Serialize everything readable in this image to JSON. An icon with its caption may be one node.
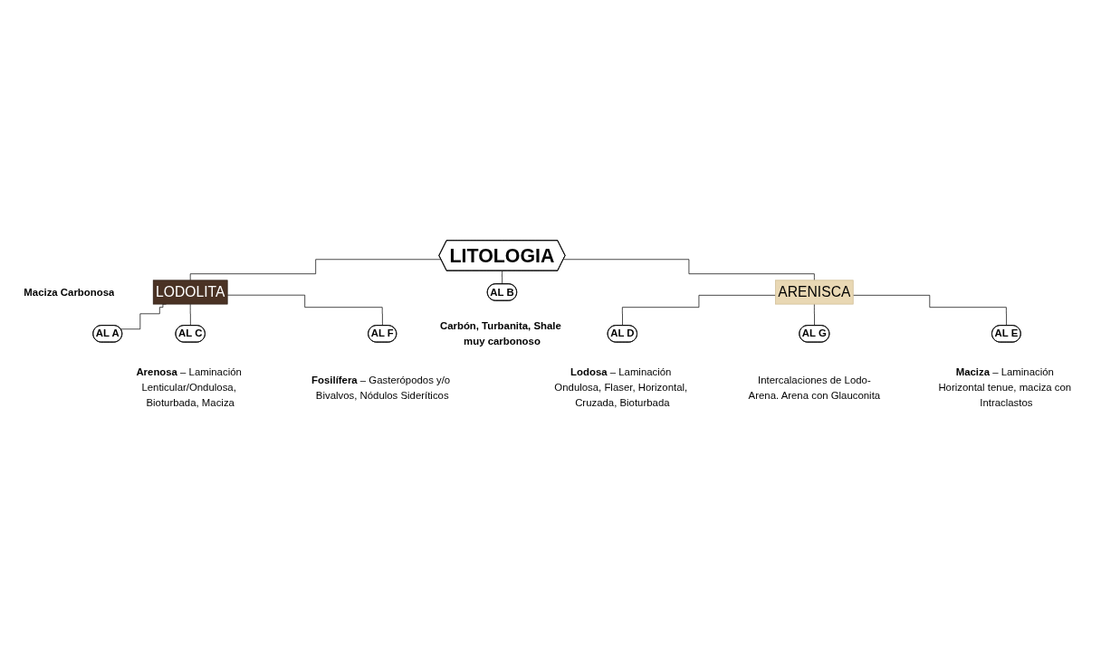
{
  "diagram": {
    "nodes": [
      {
        "text": [
          "LITOLOGIA"
        ]
      },
      {
        "text": [
          "LODOLITA"
        ]
      },
      {
        "text": [
          "ARENISCA"
        ]
      },
      {
        "text": [
          "AL A"
        ],
        "beside": [
          "Maciza Carbonosa"
        ]
      },
      {
        "text": [
          "AL D"
        ],
        "beside": [
          "**Lodosa** – Laminación Ondulosa, Flaser, Horizontal, Cruzada, Bioturbada"
        ]
      },
      {
        "text": [
          "AL C"
        ],
        "beside": [
          "**Arenosa** – Laminación Lenticular/Ondulosa, Bioturbada, Maciza"
        ]
      },
      {
        "text": [
          "AL B"
        ],
        "beside": [
          "Carbón, Turbanita, Shale muy carbonoso"
        ]
      },
      {
        "text": [
          "AL G"
        ],
        "beside": [
          "Intercalaciones de Lodo-Arena. Arena con Glauconita"
        ]
      },
      {
        "text": [
          "AL F"
        ],
        "beside": [
          "**Fosilífera** – Gasterópodos y/o Bivalvos, Nódulos Sideríticos"
        ]
      },
      {
        "text": [
          "AL E"
        ],
        "beside": [
          "**Maciza** – Laminación Horizontal tenue, maciza con Intraclastos"
        ]
      }
    ],
    "edges": [
      {
        "from": 0,
        "to": 1,
        "arrow": "none"
      },
      {
        "from": 0,
        "to": 6,
        "arrow": "none"
      },
      {
        "from": 0,
        "to": 2,
        "arrow": "none"
      },
      {
        "from": 1,
        "to": 3,
        "arrow": "none"
      },
      {
        "from": 1,
        "to": 5,
        "arrow": "none"
      },
      {
        "from": 1,
        "to": 8,
        "arrow": "none"
      },
      {
        "from": 2,
        "to": 4,
        "arrow": "none"
      },
      {
        "from": 2,
        "to": 7,
        "arrow": "none"
      },
      {
        "from": 2,
        "to": 9,
        "arrow": "none"
      }
    ]
  }
}
